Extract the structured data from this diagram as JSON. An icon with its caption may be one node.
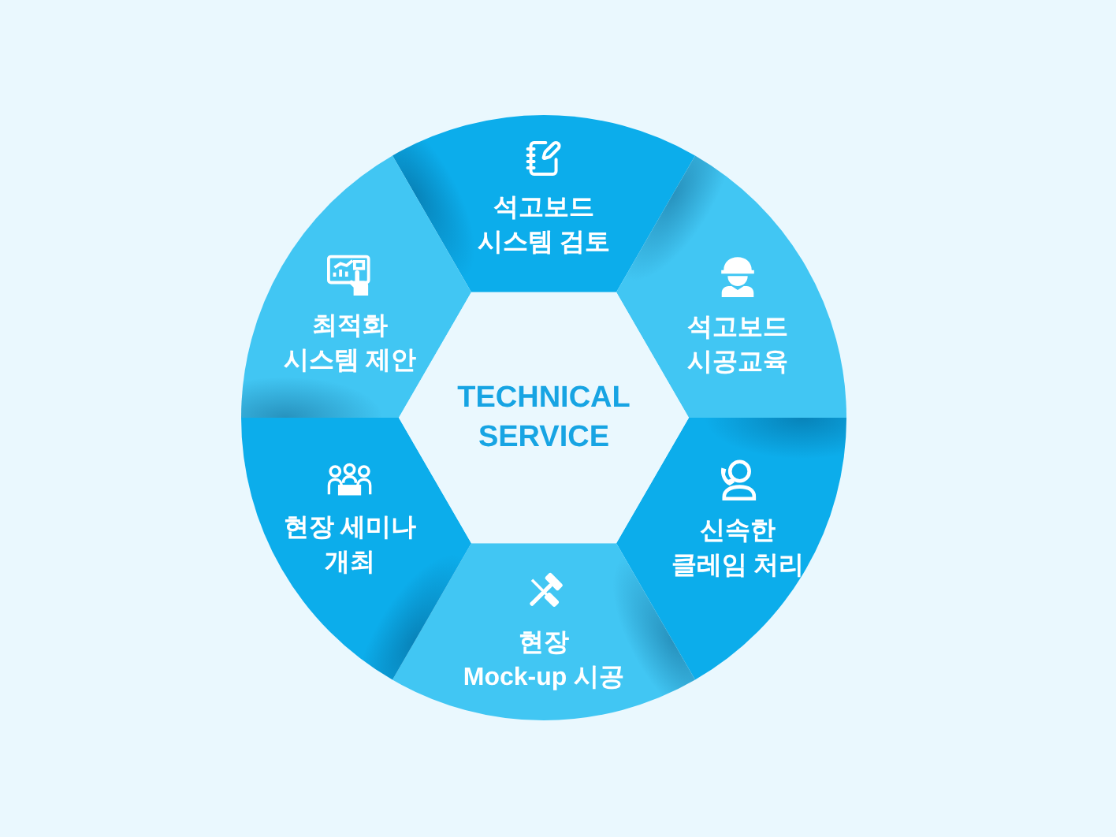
{
  "diagram": {
    "nodes": [
      {
        "text": [
          "TECHNICAL SERVICE"
        ]
      },
      {
        "text": [
          "석고보드 시스템 검토"
        ]
      },
      {
        "text": [
          "석고보드 시공교육"
        ]
      },
      {
        "text": [
          "신속한 클레임 처리"
        ]
      },
      {
        "text": [
          "현장 Mock-up 시공"
        ]
      },
      {
        "text": [
          "현장 세미나 개최"
        ]
      },
      {
        "text": [
          "최적화 시스템 제안"
        ]
      }
    ]
  }
}
